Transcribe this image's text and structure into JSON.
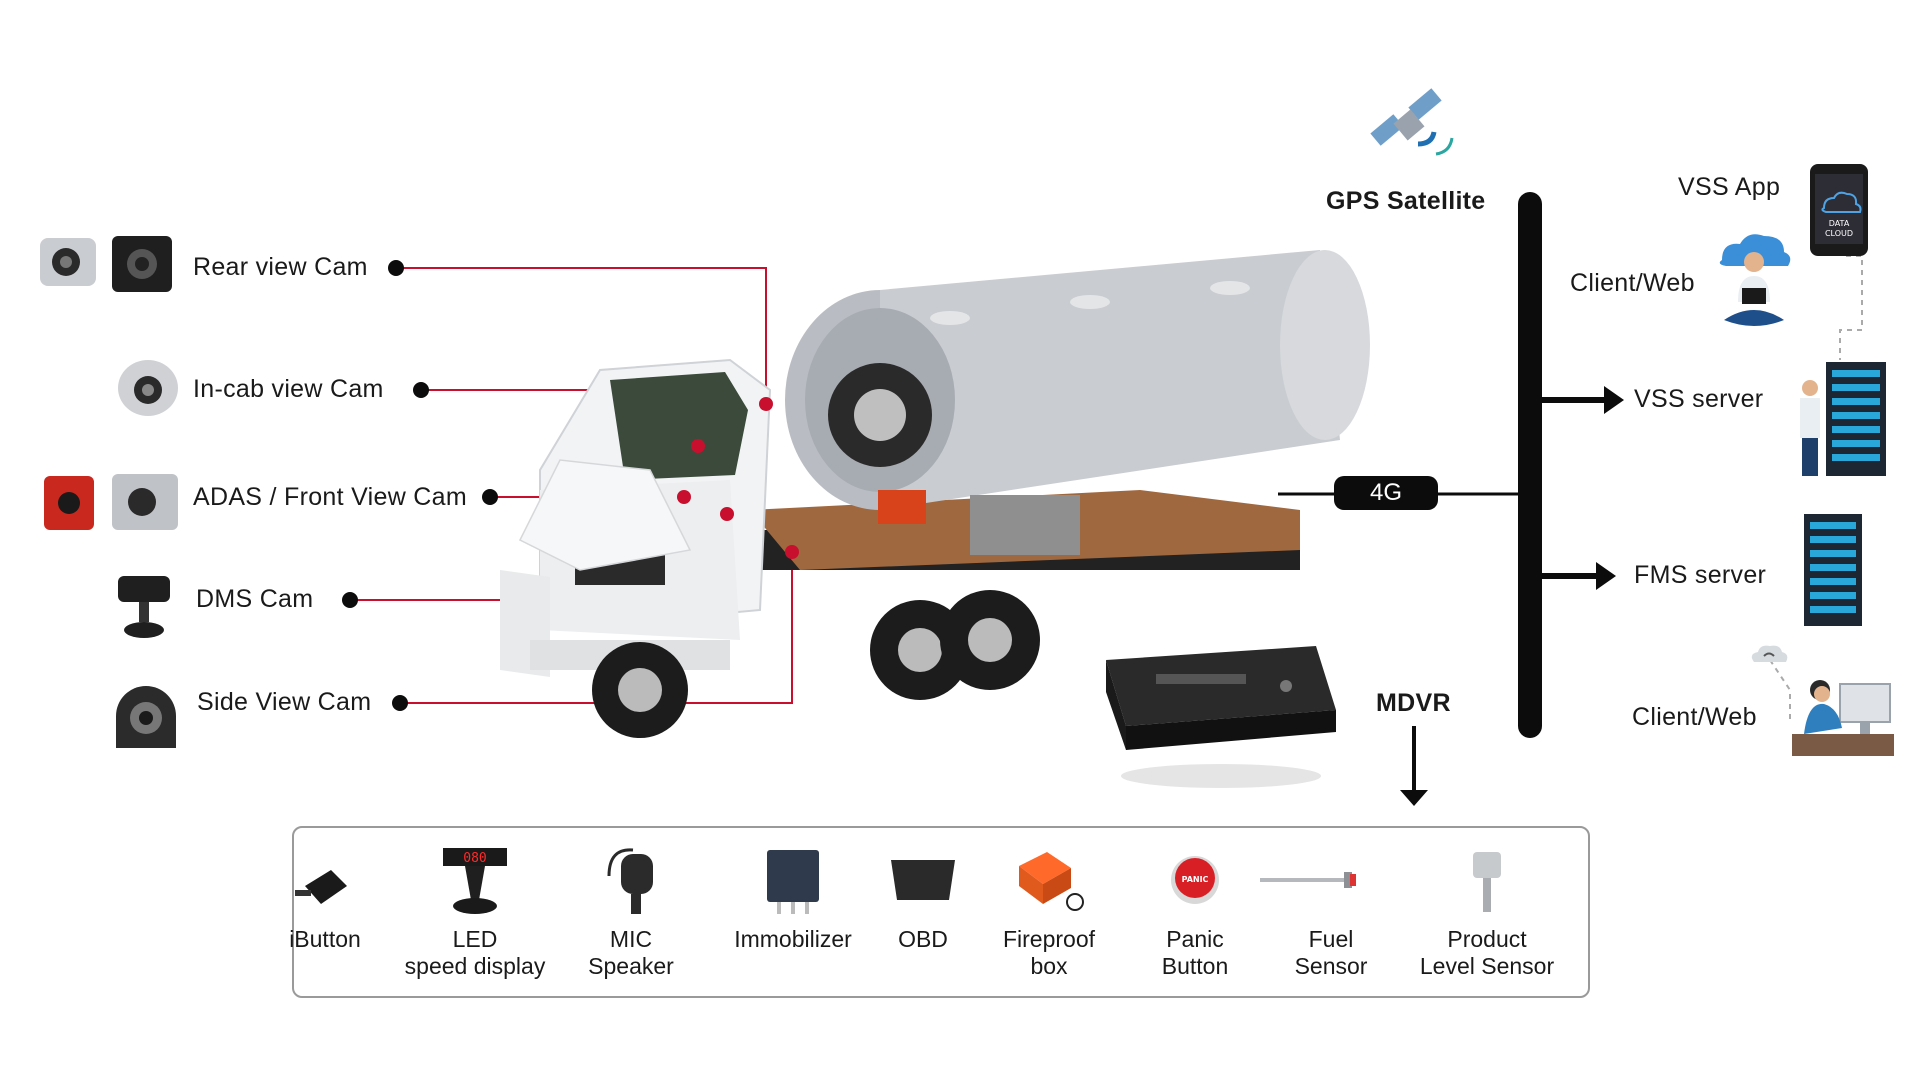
{
  "cameras": [
    {
      "label": "Rear view Cam",
      "icon": "rear-view-camera-icon"
    },
    {
      "label": "In-cab view Cam",
      "icon": "dome-camera-icon"
    },
    {
      "label": "ADAS / Front View Cam",
      "icon": "adas-camera-icon"
    },
    {
      "label": "DMS Cam",
      "icon": "dms-camera-icon"
    },
    {
      "label": "Side View Cam",
      "icon": "side-camera-icon"
    }
  ],
  "network": {
    "gps": "GPS Satellite",
    "link": "4G",
    "mdvr": "MDVR"
  },
  "clients": {
    "vss_app": "VSS App",
    "client_web_top": "Client/Web",
    "vss_server": "VSS server",
    "fms_server": "FMS server",
    "client_web_bottom": "Client/Web",
    "cloud_text_1": "DATA",
    "cloud_text_2": "CLOUD"
  },
  "accessories": [
    {
      "label": "iButton",
      "icon": "ibutton-icon"
    },
    {
      "label": "LED\nspeed display",
      "icon": "led-display-icon",
      "display_value": "080"
    },
    {
      "label": "MIC\nSpeaker",
      "icon": "microphone-icon"
    },
    {
      "label": "Immobilizer",
      "icon": "relay-icon"
    },
    {
      "label": "OBD",
      "icon": "obd-connector-icon"
    },
    {
      "label": "Fireproof\nbox",
      "icon": "fireproof-box-icon"
    },
    {
      "label": "Panic\nButton",
      "icon": "panic-button-icon",
      "button_text": "PANIC"
    },
    {
      "label": "Fuel\nSensor",
      "icon": "fuel-sensor-icon"
    },
    {
      "label": "Product\nLevel Sensor",
      "icon": "level-sensor-icon"
    }
  ],
  "colors": {
    "connector": "#c8102e",
    "bus": "#0c0c0c",
    "tank": "#c9ccd1",
    "truck_body": "#f2f3f4",
    "wood": "#a0683f"
  }
}
